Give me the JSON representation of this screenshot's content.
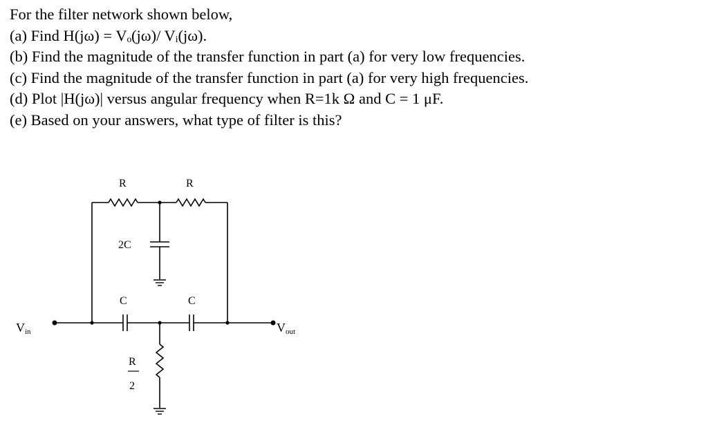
{
  "problem": {
    "intro": "For the filter network shown below,",
    "parts": [
      "(a) Find H(jω) = Vₒ(jω)/ Vᵢ(jω).",
      "(b) Find the magnitude of the transfer function in part (a) for very low frequencies.",
      "(c) Find the magnitude of the transfer function in part (a) for very high frequencies.",
      "(d) Plot |H(jω)| versus angular frequency when R=1k Ω and C = 1 μF.",
      "(e) Based on your answers, what type of filter is this?"
    ]
  },
  "circuit": {
    "input_label": "V",
    "input_sub": "in",
    "output_label": "V",
    "output_sub": "out",
    "top_left_resistor": "R",
    "top_right_resistor": "R",
    "shunt_capacitor": "2C",
    "left_capacitor": "C",
    "right_capacitor": "C",
    "shunt_resistor_num": "R",
    "shunt_resistor_den": "2"
  }
}
